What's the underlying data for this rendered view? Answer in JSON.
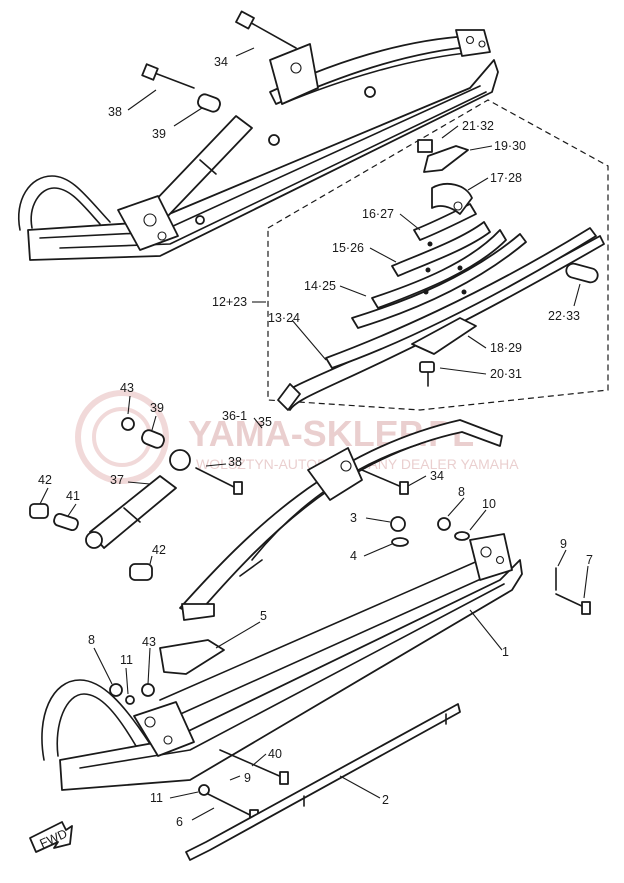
{
  "watermark": {
    "title": "YAMA-SKLEP.PL",
    "subtitle": "WOLSZTYN-AUTORYZOWANY DEALER YAMAHA"
  },
  "fwd_badge": "FWD",
  "callouts": [
    {
      "id": "c34a",
      "text": "34"
    },
    {
      "id": "c38a",
      "text": "38"
    },
    {
      "id": "c39a",
      "text": "39"
    },
    {
      "id": "c2132",
      "text": "21·32"
    },
    {
      "id": "c1930",
      "text": "19·30"
    },
    {
      "id": "c1728",
      "text": "17·28"
    },
    {
      "id": "c1627",
      "text": "16·27"
    },
    {
      "id": "c1526",
      "text": "15·26"
    },
    {
      "id": "c1425",
      "text": "14·25"
    },
    {
      "id": "c1223",
      "text": "12+23"
    },
    {
      "id": "c1324",
      "text": "13·24"
    },
    {
      "id": "c2233",
      "text": "22·33"
    },
    {
      "id": "c1829",
      "text": "18·29"
    },
    {
      "id": "c2031",
      "text": "20·31"
    },
    {
      "id": "c43a",
      "text": "43"
    },
    {
      "id": "c39b",
      "text": "39"
    },
    {
      "id": "c361",
      "text": "36-1"
    },
    {
      "id": "c35",
      "text": "35"
    },
    {
      "id": "c38b",
      "text": "38"
    },
    {
      "id": "c34b",
      "text": "34"
    },
    {
      "id": "c37",
      "text": "37"
    },
    {
      "id": "c42a",
      "text": "42"
    },
    {
      "id": "c41",
      "text": "41"
    },
    {
      "id": "c42b",
      "text": "42"
    },
    {
      "id": "c3",
      "text": "3"
    },
    {
      "id": "c4",
      "text": "4"
    },
    {
      "id": "c8a",
      "text": "8"
    },
    {
      "id": "c10",
      "text": "10"
    },
    {
      "id": "c9a",
      "text": "9"
    },
    {
      "id": "c7",
      "text": "7"
    },
    {
      "id": "c5",
      "text": "5"
    },
    {
      "id": "c1",
      "text": "1"
    },
    {
      "id": "c8b",
      "text": "8"
    },
    {
      "id": "c11a",
      "text": "11"
    },
    {
      "id": "c43b",
      "text": "43"
    },
    {
      "id": "c40",
      "text": "40"
    },
    {
      "id": "c9b",
      "text": "9"
    },
    {
      "id": "c11b",
      "text": "11"
    },
    {
      "id": "c6",
      "text": "6"
    },
    {
      "id": "c2",
      "text": "2"
    }
  ]
}
